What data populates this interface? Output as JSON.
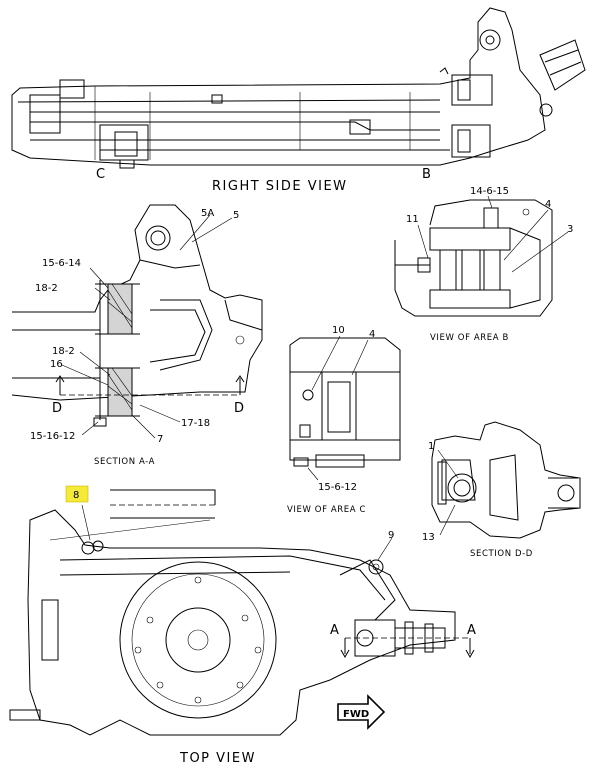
{
  "views": {
    "right_side": {
      "title": "RIGHT SIDE VIEW",
      "callouts": [
        "C",
        "B"
      ]
    },
    "section_aa": {
      "title": "SECTION A-A",
      "callouts": [
        "5A",
        "5",
        "15-6-14",
        "18-2",
        "18-2",
        "16",
        "D",
        "D",
        "15-16-12",
        "17-18",
        "7"
      ]
    },
    "area_b": {
      "title": "VIEW OF AREA B",
      "callouts": [
        "14-6-15",
        "11",
        "4",
        "3"
      ]
    },
    "area_c": {
      "title": "VIEW OF AREA C",
      "callouts": [
        "10",
        "4",
        "15-6-12"
      ]
    },
    "section_dd": {
      "title": "SECTION D-D",
      "callouts": [
        "1",
        "13"
      ]
    },
    "top_view": {
      "title": "TOP VIEW",
      "callouts": [
        "8",
        "9",
        "A",
        "A"
      ],
      "fwd_label": "FWD"
    }
  },
  "highlight_color": "#f5ea3a"
}
